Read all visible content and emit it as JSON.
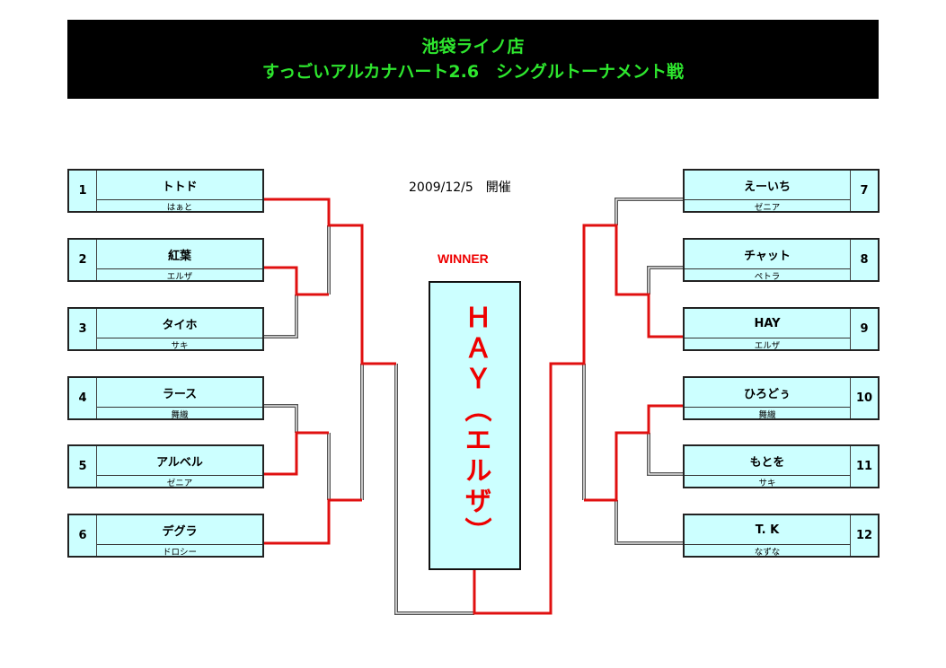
{
  "header": {
    "line1": "池袋ライノ店",
    "line2": "すっごいアルカナハート2.6　シングルトーナメント戦"
  },
  "date": "2009/12/5　開催",
  "winner_label": "WINNER",
  "winner": "ＨＡＹ（エルザ）",
  "colors": {
    "win_line": "#e01010",
    "title_text": "#2ee62e",
    "box_bg": "#ccffff"
  },
  "players": [
    {
      "seed": "1",
      "name": "トトド",
      "character": "はぁと"
    },
    {
      "seed": "2",
      "name": "紅葉",
      "character": "エルザ"
    },
    {
      "seed": "3",
      "name": "タイホ",
      "character": "サキ"
    },
    {
      "seed": "4",
      "name": "ラース",
      "character": "舞織"
    },
    {
      "seed": "5",
      "name": "アルベル",
      "character": "ゼニア"
    },
    {
      "seed": "6",
      "name": "デグラ",
      "character": "ドロシー"
    },
    {
      "seed": "7",
      "name": "えーいち",
      "character": "ゼニア"
    },
    {
      "seed": "8",
      "name": "チャット",
      "character": "ペトラ"
    },
    {
      "seed": "9",
      "name": "HAY",
      "character": "エルザ"
    },
    {
      "seed": "10",
      "name": "ひろどぅ",
      "character": "舞織"
    },
    {
      "seed": "11",
      "name": "もとを",
      "character": "サキ"
    },
    {
      "seed": "12",
      "name": "T. K",
      "character": "なずな"
    }
  ]
}
